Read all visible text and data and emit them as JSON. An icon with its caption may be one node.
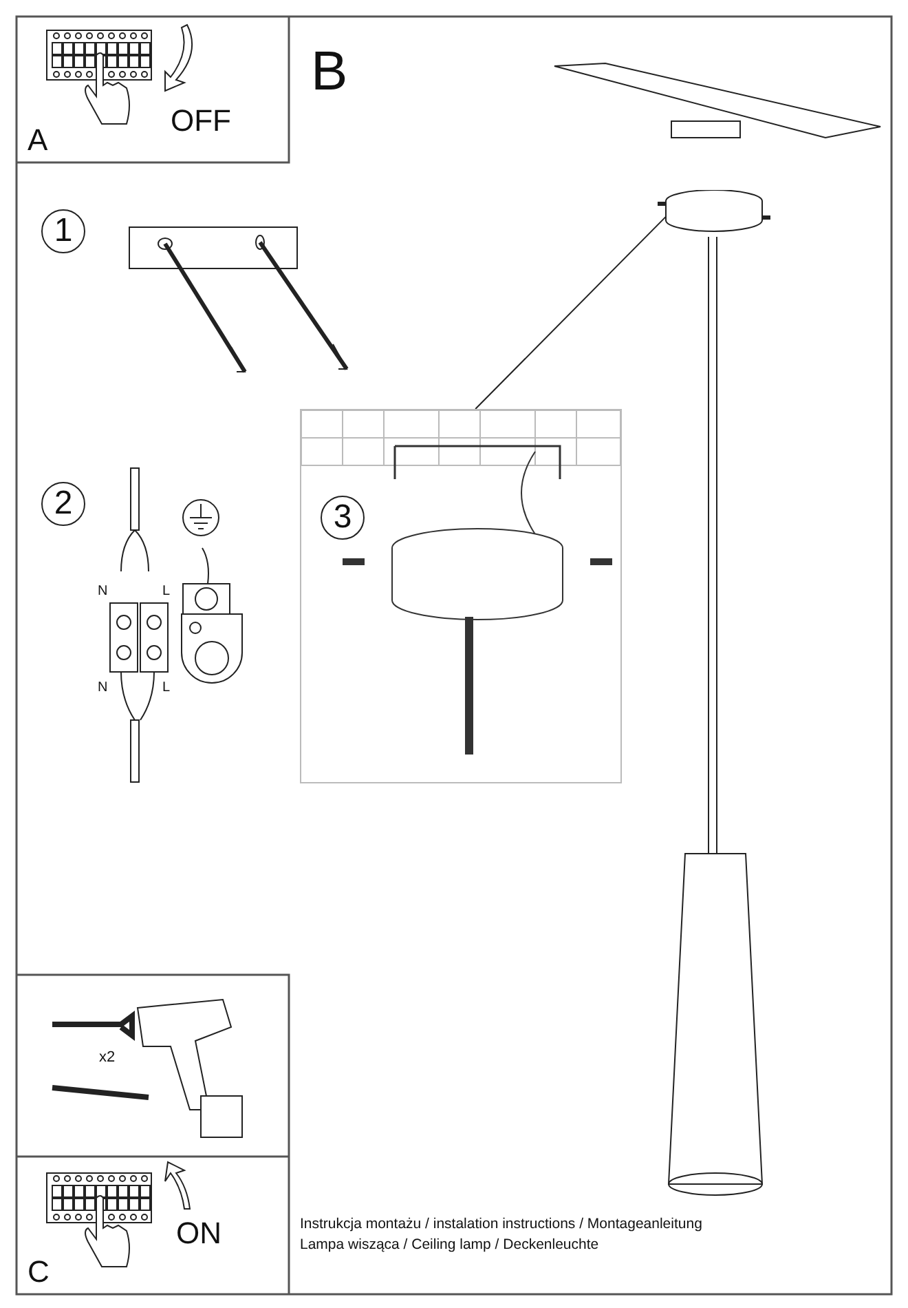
{
  "diagram": {
    "nodes": [
      {
        "text": [
          "3"
        ]
      },
      {
        "text": [],
        "shape": "picture"
      }
    ],
    "edges": [
      {
        "from": 0,
        "to": 1,
        "arrow": "none"
      }
    ],
    "labels": [
      "A",
      "OFF",
      "B",
      "1",
      "2",
      "N",
      "L",
      "N",
      "L",
      "x2",
      "C",
      "ON",
      "Instrukcja montażu / instalation instructions / Montageanleitung",
      "Lampa wisząca / Ceiling lamp / Deckenleuchte"
    ]
  }
}
